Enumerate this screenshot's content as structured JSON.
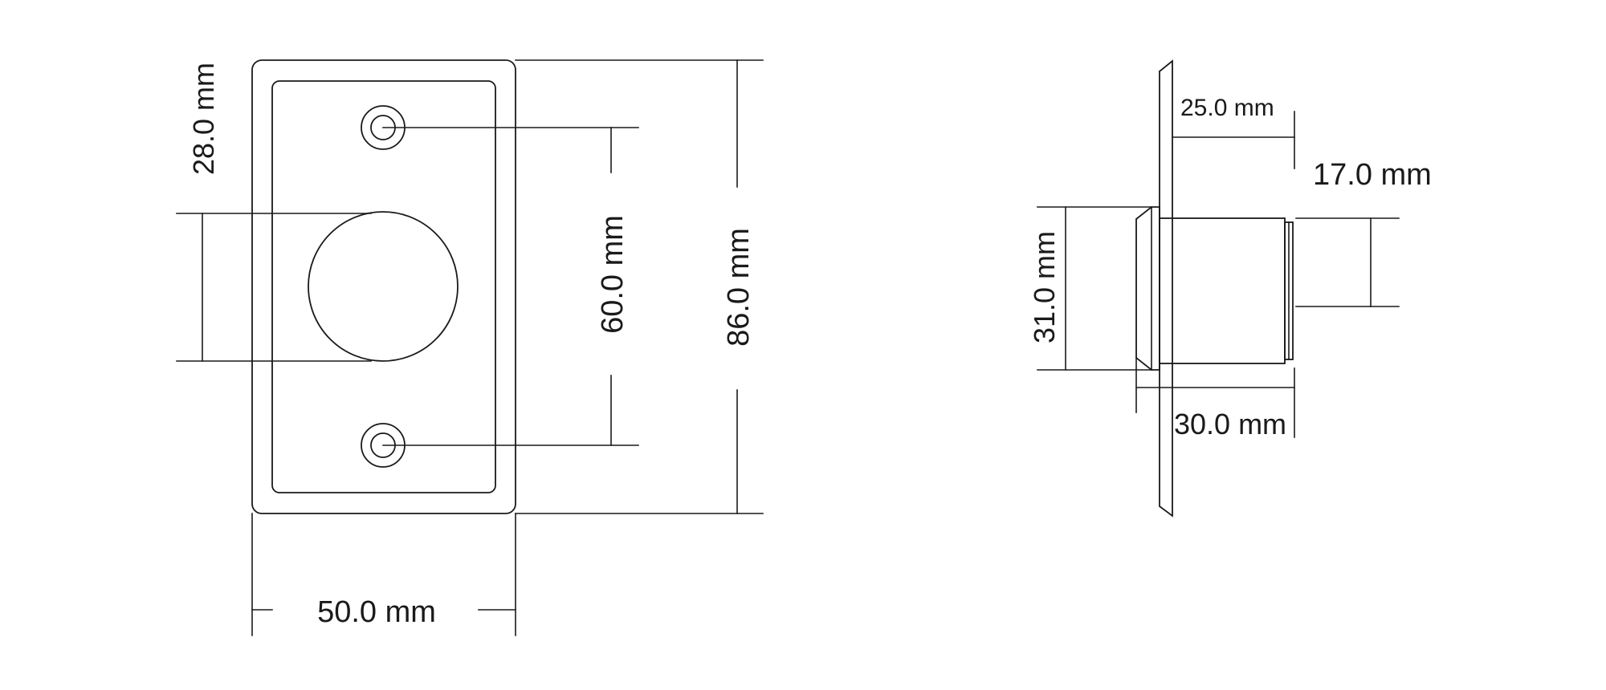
{
  "front_view": {
    "dim_width": "50.0 mm",
    "dim_height_total": "86.0 mm",
    "dim_hole_spacing": "60.0 mm",
    "dim_button_diameter": "28.0 mm"
  },
  "side_view": {
    "dim_plate_to_body_end": "25.0 mm",
    "dim_plunger_diameter": "17.0 mm",
    "dim_body_diameter": "31.0 mm",
    "dim_body_depth": "30.0 mm"
  }
}
